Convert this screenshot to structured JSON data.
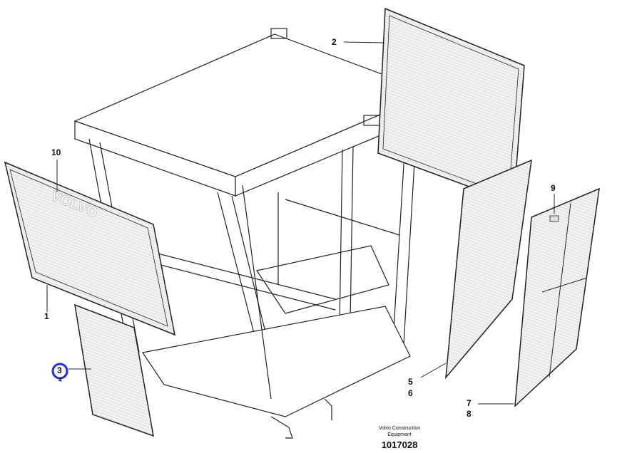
{
  "diagram": {
    "brand_text": "VOLVO",
    "callouts": {
      "c1": "1",
      "c2": "2",
      "c3": "3",
      "c4": "4",
      "c5": "5",
      "c6": "6",
      "c7": "7",
      "c8": "8",
      "c9": "9",
      "c10": "10"
    },
    "highlight_color": "#1a2fe0",
    "footer": {
      "company_line1": "Volvo Construction",
      "company_line2": "Equipment",
      "drawing_number": "1017028"
    }
  }
}
